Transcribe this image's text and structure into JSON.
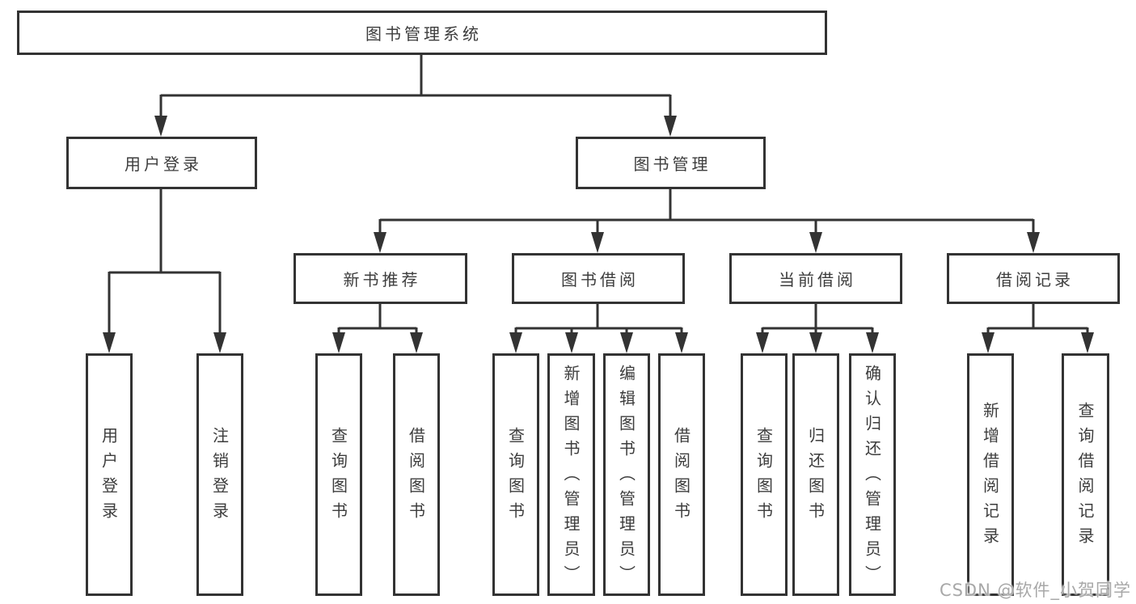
{
  "tree": {
    "root": {
      "label": "图书管理系统"
    },
    "level1": [
      {
        "label": "用户登录",
        "children": [
          {
            "label": "用户登录"
          },
          {
            "label": "注销登录"
          }
        ]
      },
      {
        "label": "图书管理",
        "children": [
          {
            "label": "新书推荐",
            "children": [
              {
                "label": "查询图书"
              },
              {
                "label": "借阅图书"
              }
            ]
          },
          {
            "label": "图书借阅",
            "children": [
              {
                "label": "查询图书"
              },
              {
                "label": "新增图书（管理员）"
              },
              {
                "label": "编辑图书（管理员）"
              },
              {
                "label": "借阅图书"
              }
            ]
          },
          {
            "label": "当前借阅",
            "children": [
              {
                "label": "查询图书"
              },
              {
                "label": "归还图书"
              },
              {
                "label": "确认归还（管理员）"
              }
            ]
          },
          {
            "label": "借阅记录",
            "children": [
              {
                "label": "新增借阅记录"
              },
              {
                "label": "查询借阅记录"
              }
            ]
          }
        ]
      }
    ]
  },
  "watermark": {
    "text": "CSDN @软件_小贺同学"
  },
  "colors": {
    "line": "#333333",
    "box_border": "#333333",
    "box_fill": "#ffffff",
    "text": "#3d3d3d",
    "background": "#ffffff",
    "watermark": "#a8a8a8"
  }
}
